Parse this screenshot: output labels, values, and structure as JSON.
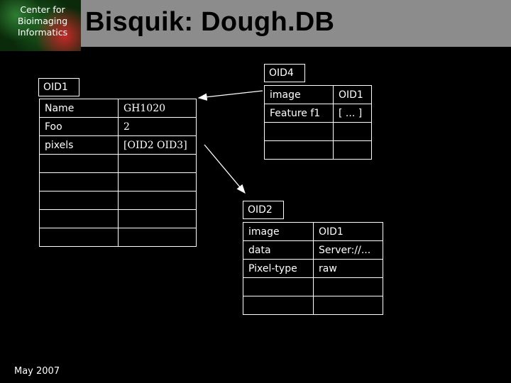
{
  "logo": {
    "line1": "Center for",
    "line2": "Bioimaging",
    "line3": "Informatics"
  },
  "title": "Bisquik: Dough.DB",
  "oid1": {
    "label": "OID1",
    "rows": [
      [
        "Name",
        "GH1020"
      ],
      [
        "Foo",
        "2"
      ],
      [
        "pixels",
        "[OID2 OID3]"
      ],
      [
        "",
        ""
      ],
      [
        "",
        ""
      ],
      [
        "",
        ""
      ],
      [
        "",
        ""
      ],
      [
        "",
        ""
      ]
    ]
  },
  "oid4": {
    "label": "OID4",
    "rows": [
      [
        "image",
        "OID1"
      ],
      [
        "Feature f1",
        "[ ... ]"
      ],
      [
        "",
        ""
      ],
      [
        "",
        ""
      ]
    ]
  },
  "oid2": {
    "label": "OID2",
    "rows": [
      [
        "image",
        "OID1"
      ],
      [
        "data",
        "Server://..."
      ],
      [
        "Pixel-type",
        "raw"
      ],
      [
        "",
        ""
      ],
      [
        "",
        ""
      ]
    ]
  },
  "footer": {
    "date": "May 2007"
  }
}
